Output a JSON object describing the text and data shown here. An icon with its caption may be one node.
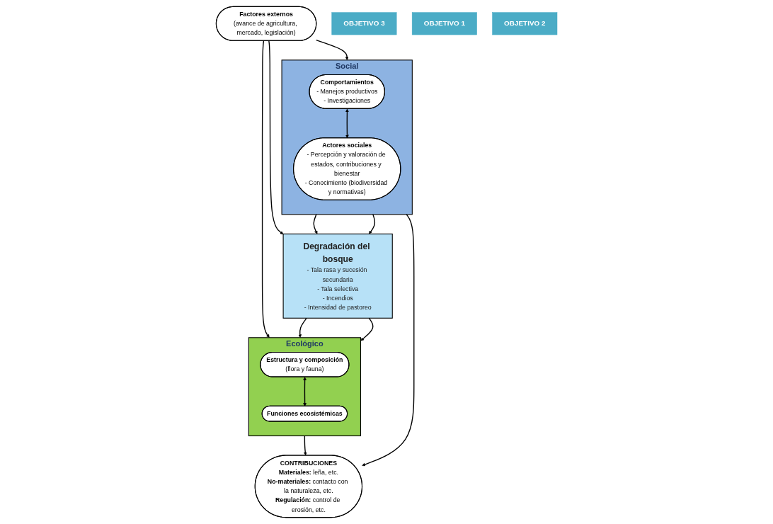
{
  "diagram": {
    "nodes": [
      {
        "text": [
          "Factores externos",
          "(avance de agricultura, mercado, legislación)"
        ]
      },
      {
        "text": [
          "Social"
        ]
      },
      {
        "text": [
          "Comportamientos",
          "- Manejos productivos",
          "- Investigaciones"
        ],
        "in": 1
      },
      {
        "text": [
          "Actores sociales",
          "- Percepción y valoración de estados, contribuciones y bienestar",
          "- Conocimiento (biodiversidad y normativas)"
        ],
        "in": 1
      },
      {
        "text": [
          "Degradación del bosque",
          "- Tala rasa y sucesión secundaria",
          "- Tala selectiva",
          "- Incendios",
          "- Intensidad de pastoreo"
        ]
      },
      {
        "text": [
          "Ecológico"
        ]
      },
      {
        "text": [
          "Estructura y composición",
          "(flora y fauna)"
        ],
        "in": 5
      },
      {
        "text": [
          "Funciones ecosistémicas"
        ],
        "in": 5
      },
      {
        "text": [
          "CONTRIBUCIONES",
          "**Materiales:** leña, etc.",
          "**No-materiales:** contacto con la naturaleza, etc.",
          "**Regulación:** control de erosión, etc."
        ]
      },
      {
        "text": [
          "OBJETIVO 3"
        ]
      },
      {
        "text": [
          "OBJETIVO 1"
        ]
      },
      {
        "text": [
          "OBJETIVO 2"
        ]
      }
    ],
    "edges": [
      {
        "from": 0,
        "to": 1,
        "arrow": "to"
      },
      {
        "from": 0,
        "to": 4,
        "arrow": "to"
      },
      {
        "from": 0,
        "to": 5,
        "arrow": "to"
      },
      {
        "from": 1,
        "to": 4,
        "arrow": "to"
      },
      {
        "from": 1,
        "to": 4,
        "arrow": "to"
      },
      {
        "from": 4,
        "to": 5,
        "arrow": "to"
      },
      {
        "from": 4,
        "to": 5,
        "arrow": "to"
      },
      {
        "from": 2,
        "to": 3,
        "arrow": "both"
      },
      {
        "from": 6,
        "to": 7,
        "arrow": "both"
      },
      {
        "from": 5,
        "to": 8,
        "arrow": "to"
      },
      {
        "from": 1,
        "to": 8,
        "arrow": "to"
      }
    ]
  }
}
